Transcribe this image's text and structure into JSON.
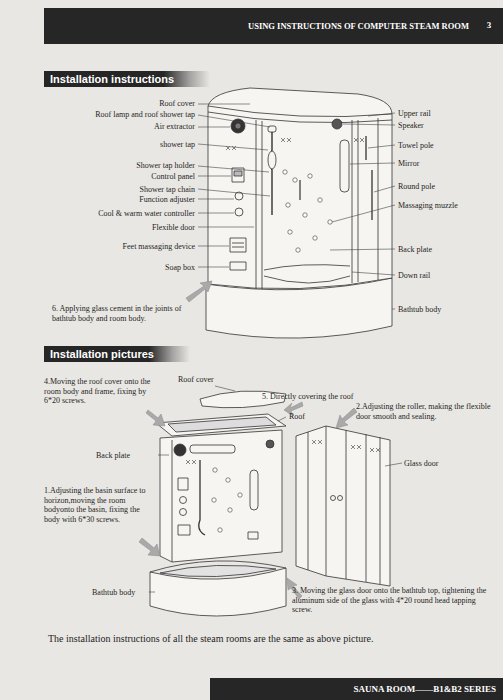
{
  "diagram": {
    "title": "USING INSTRUCTIONS OF COMPUTER STEAM ROOM",
    "nodes": [
      {
        "text": [
          "Installation instructions"
        ]
      },
      {
        "text": [
          "Installation pictures"
        ]
      }
    ],
    "labels": [
      "3",
      "Roof cover",
      "Roof lamp and roof shower tap",
      "Air extractor",
      "shower tap",
      "Shower tap holder",
      "Control panel",
      "Shower tap chain",
      "Function adjuster",
      "Cool & warm water controller",
      "Flexible door",
      "Feet massaging device",
      "Soap box",
      "Upper rail",
      "Speaker",
      "Towel pole",
      "Mirror",
      "Round pole",
      "Massaging muzzle",
      "Back plate",
      "Down rail",
      "Bathtub body",
      "6. Applying glass cement in the joints of bathtub body and room body.",
      "4.Moving the roof cover onto the room body and frame, fixing by 6*20 screws.",
      "Roof cover",
      "5. Directly covering the roof",
      "Roof",
      "2.Adjusting the roller, making the flexible door smooth and sealing.",
      "Back plate",
      "Glass door",
      "1.Adjusting the basin surface to horizon,moving the room bodyonto the basin, fixing the body with 6*30 screws.",
      "Bathtub body",
      "3. Moving the glass door onto the bathtub top, tightening the aluminum side of the glass with 4*20 round head tapping screw.",
      "The installation instructions of all the steam rooms are the same as above picture.",
      "SAUNA ROOM——B1&B2 SERIES"
    ]
  }
}
